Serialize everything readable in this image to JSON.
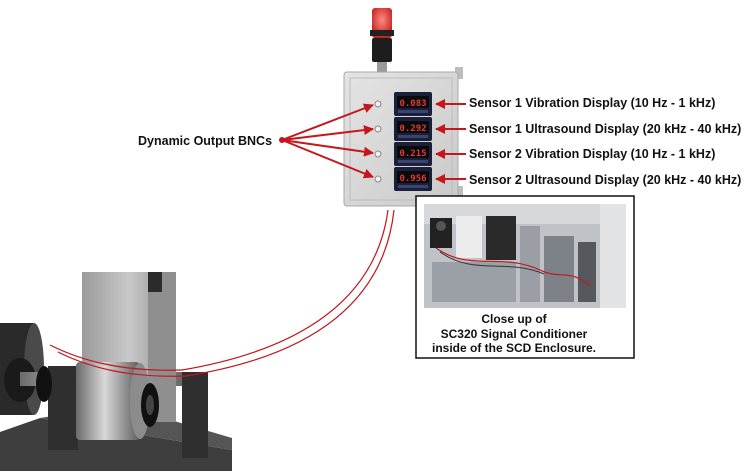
{
  "labels": {
    "bnc": "Dynamic Output BNCs",
    "sensor1_vibration": "Sensor 1 Vibration Display (10 Hz - 1 kHz)",
    "sensor1_ultrasound": "Sensor 1 Ultrasound Display (20 kHz - 40 kHz)",
    "sensor2_vibration": "Sensor 2 Vibration Display (10 Hz - 1 kHz)",
    "sensor2_ultrasound": "Sensor 2 Ultrasound Display (20 kHz - 40 kHz)"
  },
  "displays": [
    {
      "value": "0.083"
    },
    {
      "value": "0.292"
    },
    {
      "value": "0.215"
    },
    {
      "value": "0.956"
    }
  ],
  "inset": {
    "caption": [
      "Close up of",
      "SC320 Signal Conditioner",
      "inside of the SCD Enclosure."
    ]
  },
  "colors": {
    "arrow": "#c4161c",
    "cable": "#c4161c",
    "enclosure": "#d6d6d6",
    "display_digits": "#e03a3a",
    "stack_light": "#e8322f"
  }
}
